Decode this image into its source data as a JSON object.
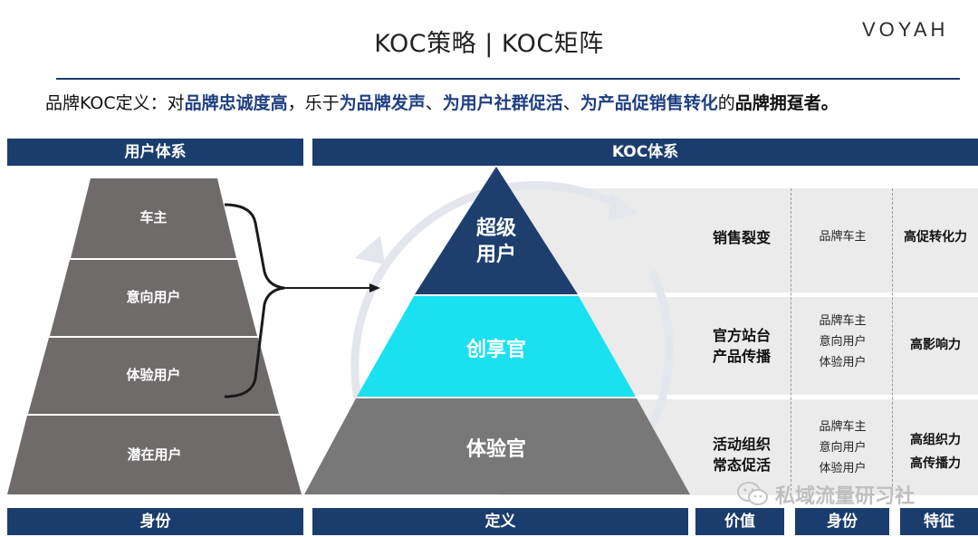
{
  "title": "KOC策略 | KOC矩阵",
  "logo_text": "VOYAH",
  "definition": {
    "p1": "品牌KOC定义：对",
    "p2": "品牌忠诚度高",
    "p3": "，乐于",
    "p4": "为品牌发声",
    "p5": "、",
    "p6": "为用户社群促活",
    "p7": "、",
    "p8": "为产品促销售转化",
    "p9": "的",
    "p10": "品牌拥趸者。"
  },
  "left_header": "用户体系",
  "right_header": "KOC体系",
  "user_levels": [
    "车主",
    "意向用户",
    "体验用户",
    "潜在用户"
  ],
  "koc_levels": [
    {
      "name_line1": "超级",
      "name_line2": "用户",
      "value_line1": "销售裂变",
      "value_line2": "",
      "identities": [
        "品牌车主"
      ],
      "features": [
        "高促转化力"
      ]
    },
    {
      "name_line1": "创享官",
      "name_line2": "",
      "value_line1": "官方站台",
      "value_line2": "产品传播",
      "identities": [
        "品牌车主",
        "意向用户",
        "体验用户"
      ],
      "features": [
        "高影响力"
      ]
    },
    {
      "name_line1": "体验官",
      "name_line2": "",
      "value_line1": "活动组织",
      "value_line2": "常态促活",
      "identities": [
        "品牌车主",
        "意向用户",
        "体验用户"
      ],
      "features": [
        "高组织力",
        "高传播力"
      ]
    }
  ],
  "footer": {
    "identity": "身份",
    "definition": "定义",
    "value": "价值",
    "identity2": "身份",
    "feature": "特征"
  },
  "watermark": "私域流量研习社",
  "colors": {
    "navy": "#1b3d6e",
    "pyramid_top": "#1e3f6e",
    "pyramid_middle": "#19e1f0",
    "pyramid_bottom": "#787878",
    "funnel": "#6f6b6b"
  }
}
